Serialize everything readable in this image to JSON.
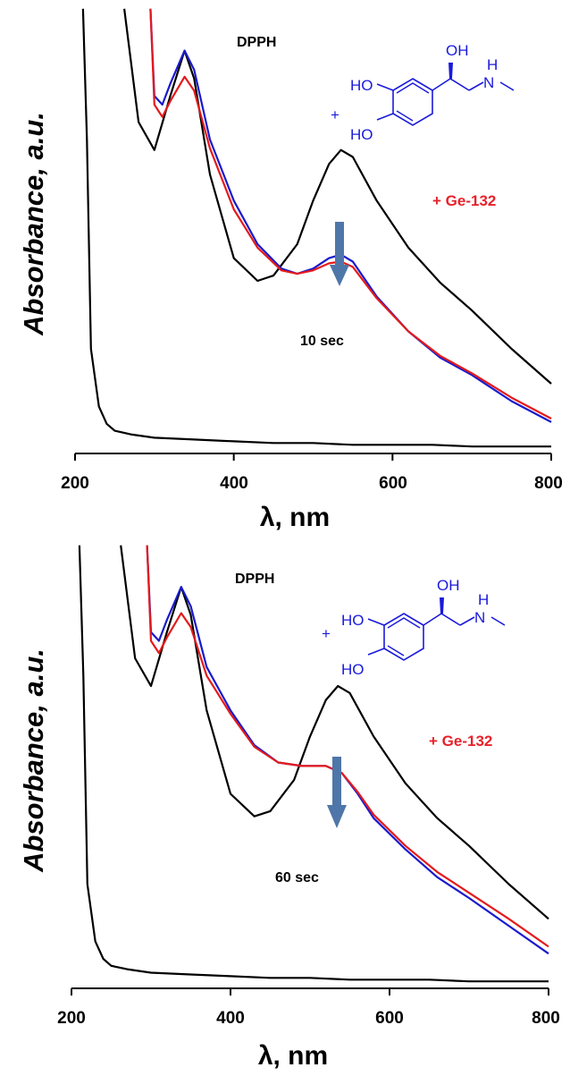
{
  "chart_data": [
    {
      "type": "line",
      "xlabel": "λ, nm",
      "ylabel": "Absorbance, a.u.",
      "xlim": [
        200,
        800
      ],
      "ylim": [
        0,
        2.6
      ],
      "xticks": [
        "200",
        "400",
        "600",
        "800"
      ],
      "grid": false,
      "annotations": {
        "dpph": "DPPH",
        "ge": "+ Ge-132",
        "time": "10 sec",
        "plus": "+",
        "ho1": "HO",
        "ho2": "HO",
        "oh": "OH",
        "nh_h": "H",
        "nh_n": "N"
      },
      "series": [
        {
          "color": "#000000",
          "x": [
            210,
            215,
            220,
            230,
            240,
            250,
            270,
            300,
            350,
            400,
            450,
            500,
            550,
            600,
            650,
            700,
            750,
            800
          ],
          "y": [
            2.55,
            1.8,
            0.6,
            0.27,
            0.17,
            0.13,
            0.11,
            0.09,
            0.08,
            0.07,
            0.06,
            0.06,
            0.05,
            0.05,
            0.05,
            0.04,
            0.04,
            0.04
          ]
        },
        {
          "color": "#000000",
          "x": [
            262,
            280,
            300,
            320,
            338,
            350,
            370,
            400,
            430,
            450,
            480,
            500,
            520,
            535,
            550,
            580,
            620,
            660,
            700,
            750,
            800
          ],
          "y": [
            2.55,
            1.9,
            1.74,
            2.05,
            2.31,
            2.15,
            1.6,
            1.12,
            0.99,
            1.02,
            1.2,
            1.45,
            1.66,
            1.74,
            1.7,
            1.45,
            1.18,
            0.98,
            0.82,
            0.6,
            0.4
          ]
        },
        {
          "color": "#1a1acc",
          "x": [
            295,
            300,
            310,
            320,
            338,
            350,
            370,
            400,
            430,
            460,
            480,
            500,
            520,
            535,
            550,
            580,
            620,
            660,
            700,
            750,
            800
          ],
          "y": [
            2.55,
            2.05,
            2.0,
            2.12,
            2.31,
            2.2,
            1.8,
            1.45,
            1.2,
            1.06,
            1.03,
            1.06,
            1.12,
            1.14,
            1.1,
            0.9,
            0.7,
            0.55,
            0.45,
            0.3,
            0.18
          ]
        },
        {
          "color": "#e41a1c",
          "x": [
            295,
            300,
            310,
            320,
            338,
            350,
            370,
            400,
            430,
            460,
            480,
            500,
            520,
            535,
            550,
            580,
            620,
            660,
            700,
            750,
            800
          ],
          "y": [
            2.55,
            2.0,
            1.93,
            2.02,
            2.16,
            2.08,
            1.75,
            1.4,
            1.18,
            1.05,
            1.03,
            1.05,
            1.09,
            1.1,
            1.07,
            0.89,
            0.7,
            0.56,
            0.46,
            0.32,
            0.2
          ]
        }
      ]
    },
    {
      "type": "line",
      "xlabel": "λ, nm",
      "ylabel": "Absorbance, a.u.",
      "xlim": [
        200,
        800
      ],
      "ylim": [
        0,
        2.6
      ],
      "xticks": [
        "200",
        "400",
        "600",
        "800"
      ],
      "grid": false,
      "annotations": {
        "dpph": "DPPH",
        "ge": "+ Ge-132",
        "time": "60 sec",
        "plus": "+",
        "ho1": "HO",
        "ho2": "HO",
        "oh": "OH",
        "nh_h": "H",
        "nh_n": "N"
      },
      "series": [
        {
          "color": "#000000",
          "x": [
            210,
            215,
            220,
            230,
            240,
            250,
            270,
            300,
            350,
            400,
            450,
            500,
            550,
            600,
            650,
            700,
            750,
            800
          ],
          "y": [
            2.55,
            1.8,
            0.6,
            0.27,
            0.17,
            0.13,
            0.11,
            0.09,
            0.08,
            0.07,
            0.06,
            0.06,
            0.05,
            0.05,
            0.05,
            0.04,
            0.04,
            0.04
          ]
        },
        {
          "color": "#000000",
          "x": [
            262,
            280,
            300,
            320,
            338,
            350,
            370,
            400,
            430,
            450,
            480,
            500,
            520,
            535,
            550,
            580,
            620,
            660,
            700,
            750,
            800
          ],
          "y": [
            2.55,
            1.9,
            1.74,
            2.05,
            2.31,
            2.15,
            1.6,
            1.12,
            0.99,
            1.02,
            1.2,
            1.45,
            1.66,
            1.74,
            1.7,
            1.45,
            1.18,
            0.98,
            0.82,
            0.6,
            0.4
          ]
        },
        {
          "color": "#1a1acc",
          "x": [
            295,
            300,
            310,
            320,
            338,
            350,
            370,
            400,
            430,
            460,
            490,
            520,
            540,
            560,
            580,
            620,
            660,
            700,
            750,
            800
          ],
          "y": [
            2.55,
            2.05,
            2.0,
            2.12,
            2.31,
            2.2,
            1.85,
            1.6,
            1.4,
            1.3,
            1.28,
            1.28,
            1.24,
            1.12,
            0.98,
            0.8,
            0.64,
            0.52,
            0.36,
            0.2
          ]
        },
        {
          "color": "#e41a1c",
          "x": [
            295,
            300,
            310,
            320,
            338,
            350,
            370,
            400,
            430,
            460,
            490,
            520,
            540,
            560,
            580,
            620,
            660,
            700,
            750,
            800
          ],
          "y": [
            2.55,
            2.0,
            1.93,
            2.02,
            2.16,
            2.08,
            1.8,
            1.58,
            1.39,
            1.3,
            1.28,
            1.28,
            1.24,
            1.13,
            1.0,
            0.82,
            0.67,
            0.55,
            0.4,
            0.24
          ]
        }
      ]
    }
  ]
}
